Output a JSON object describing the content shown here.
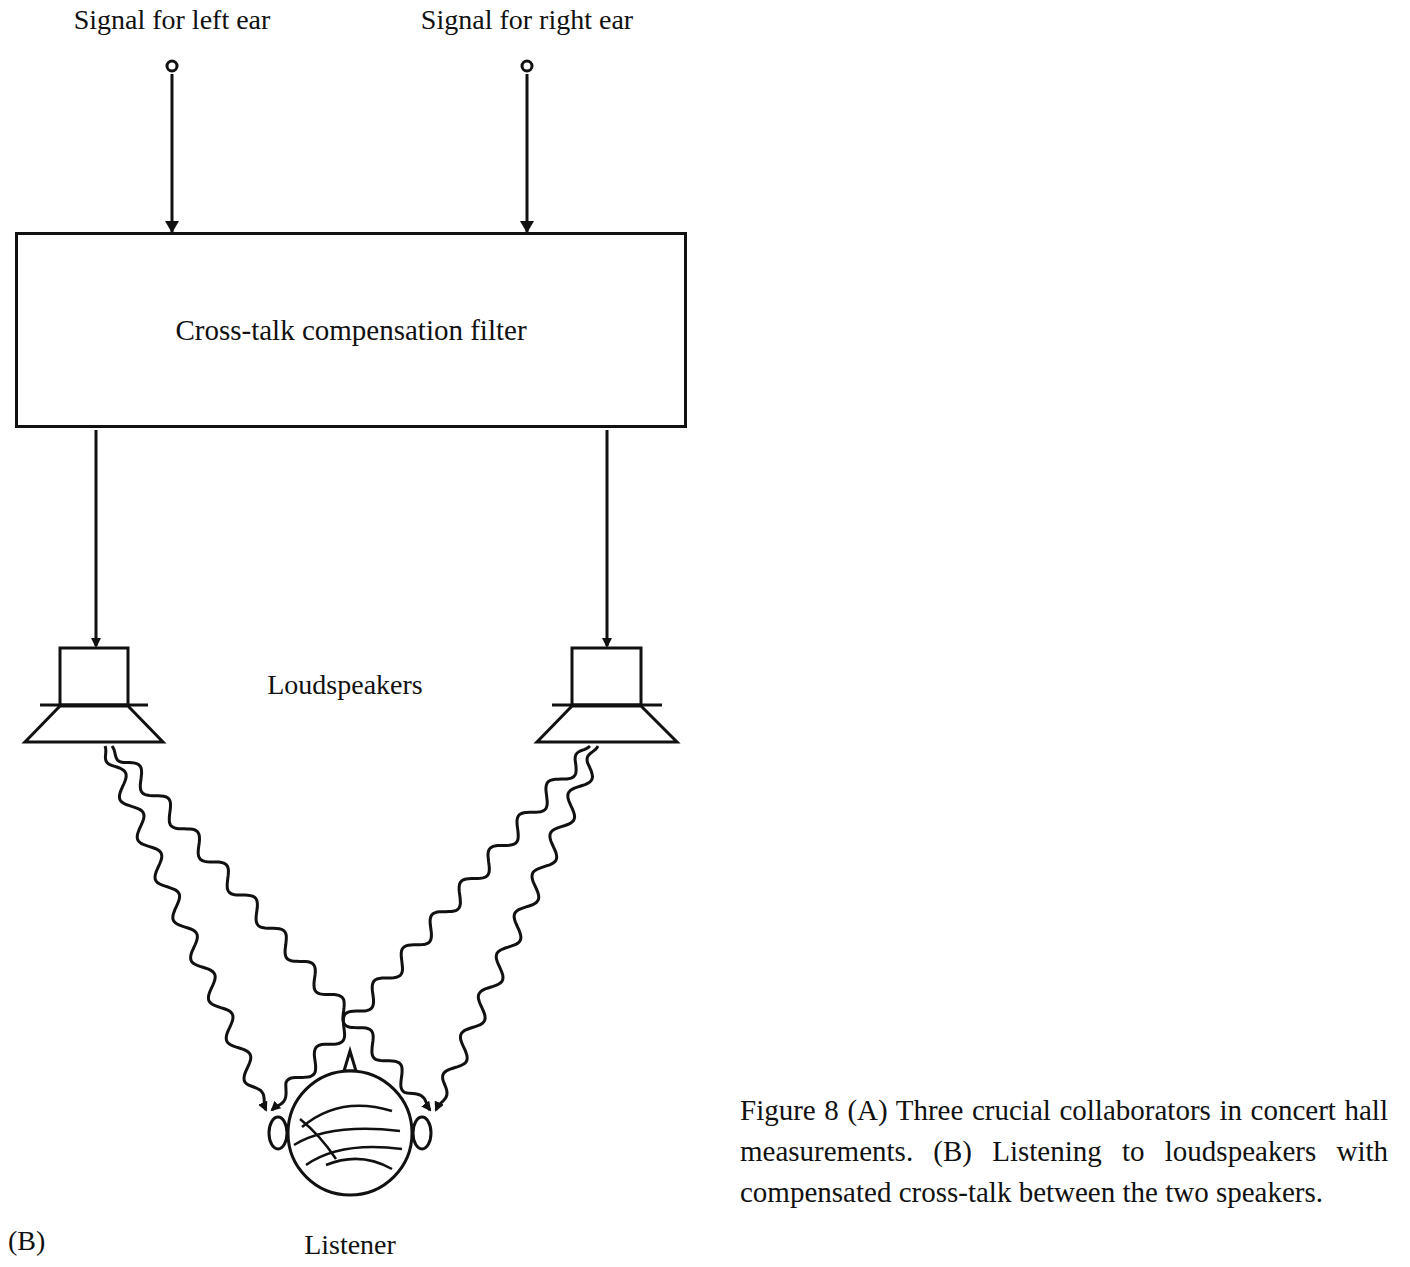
{
  "diagram": {
    "caption": "Figure 8 (A) Three crucial collaborators in concert hall measurements. (B) Listening to loudspeakers with compensated cross-talk between the two speakers.",
    "nodes": [
      {
        "text": [
          "Signal for left ear"
        ]
      },
      {
        "text": [
          "Signal for right ear"
        ]
      },
      {
        "text": [
          "Cross-talk compensation filter"
        ]
      },
      {
        "text": [
          "Listener"
        ]
      }
    ],
    "edges": [
      {
        "from": 0,
        "to": 2,
        "arrow": "to"
      },
      {
        "from": 1,
        "to": 2,
        "arrow": "to"
      }
    ],
    "labels": [
      "Loudspeakers",
      "(B)"
    ]
  }
}
